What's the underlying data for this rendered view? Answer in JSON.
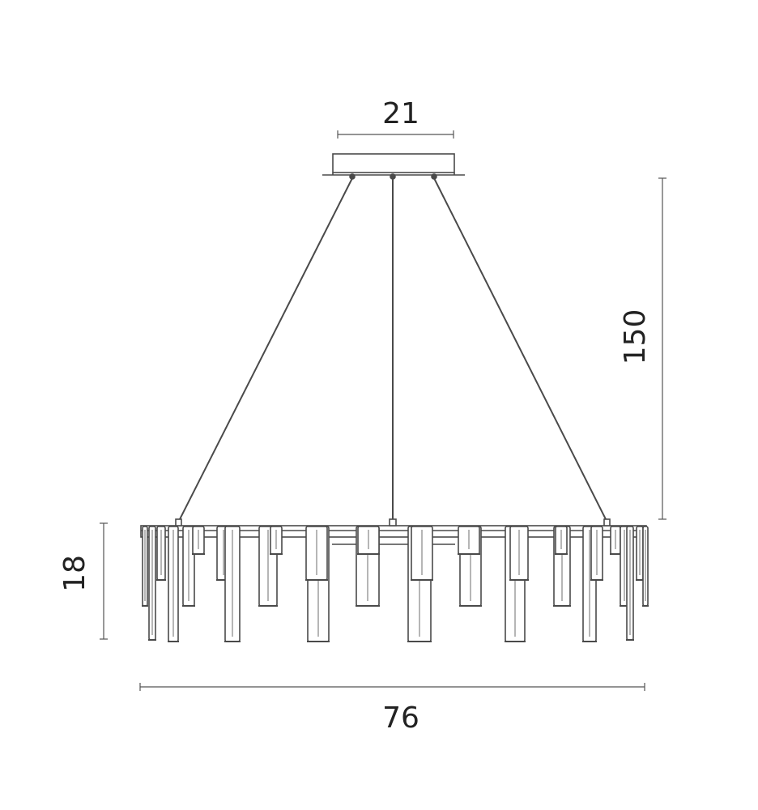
{
  "dimensions": {
    "canopy_width": "21",
    "total_height": "150",
    "body_height": "18",
    "body_width": "76"
  },
  "colors": {
    "line": "#4a4a4a",
    "dimension_line": "#555555",
    "text": "#222222",
    "background": "#ffffff"
  }
}
